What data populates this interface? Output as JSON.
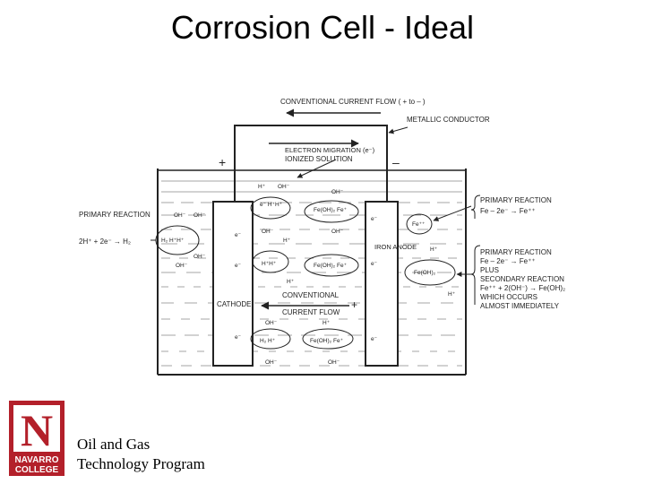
{
  "slide": {
    "title": "Corrosion Cell - Ideal"
  },
  "diagram": {
    "conventional_current_top": "CONVENTIONAL CURRENT FLOW ( + to – )",
    "metallic_conductor": "METALLIC CONDUCTOR",
    "electron_migration": "ELECTRON MIGRATION (e⁻)",
    "ionized_solution": "IONIZED SOLUTION",
    "primary_reaction_left": "PRIMARY REACTION",
    "cathode_reaction": "2H⁺ + 2e⁻ → H₂",
    "primary_reaction_right_top": "PRIMARY REACTION",
    "anode_reaction_top": "Fe – 2e⁻ → Fe⁺⁺",
    "primary_reaction_right_mid": "PRIMARY REACTION",
    "anode_reaction_mid": "Fe – 2e⁻ → Fe⁺⁺",
    "plus": "PLUS",
    "secondary_reaction": "SECONDARY REACTION",
    "secondary_equation": "Fe⁺⁺ + 2(OH⁻) → Fe(OH)₂",
    "which_occurs": "WHICH OCCURS",
    "almost_immediately": "ALMOST IMMEDIATELY",
    "iron_anode": "IRON ANODE",
    "cathode": "CATHODE",
    "conventional_current_bottom_1": "CONVENTIONAL",
    "conventional_current_bottom_2": "CURRENT FLOW",
    "plus_sign": "+",
    "minus_sign": "–"
  },
  "footer": {
    "logo_letter": "N",
    "logo_text_1": "NAVARRO",
    "logo_text_2": "COLLEGE",
    "program_line_1": "Oil and Gas",
    "program_line_2": "Technology Program"
  },
  "colors": {
    "logo_red": "#b3202a",
    "ink": "#222222"
  }
}
